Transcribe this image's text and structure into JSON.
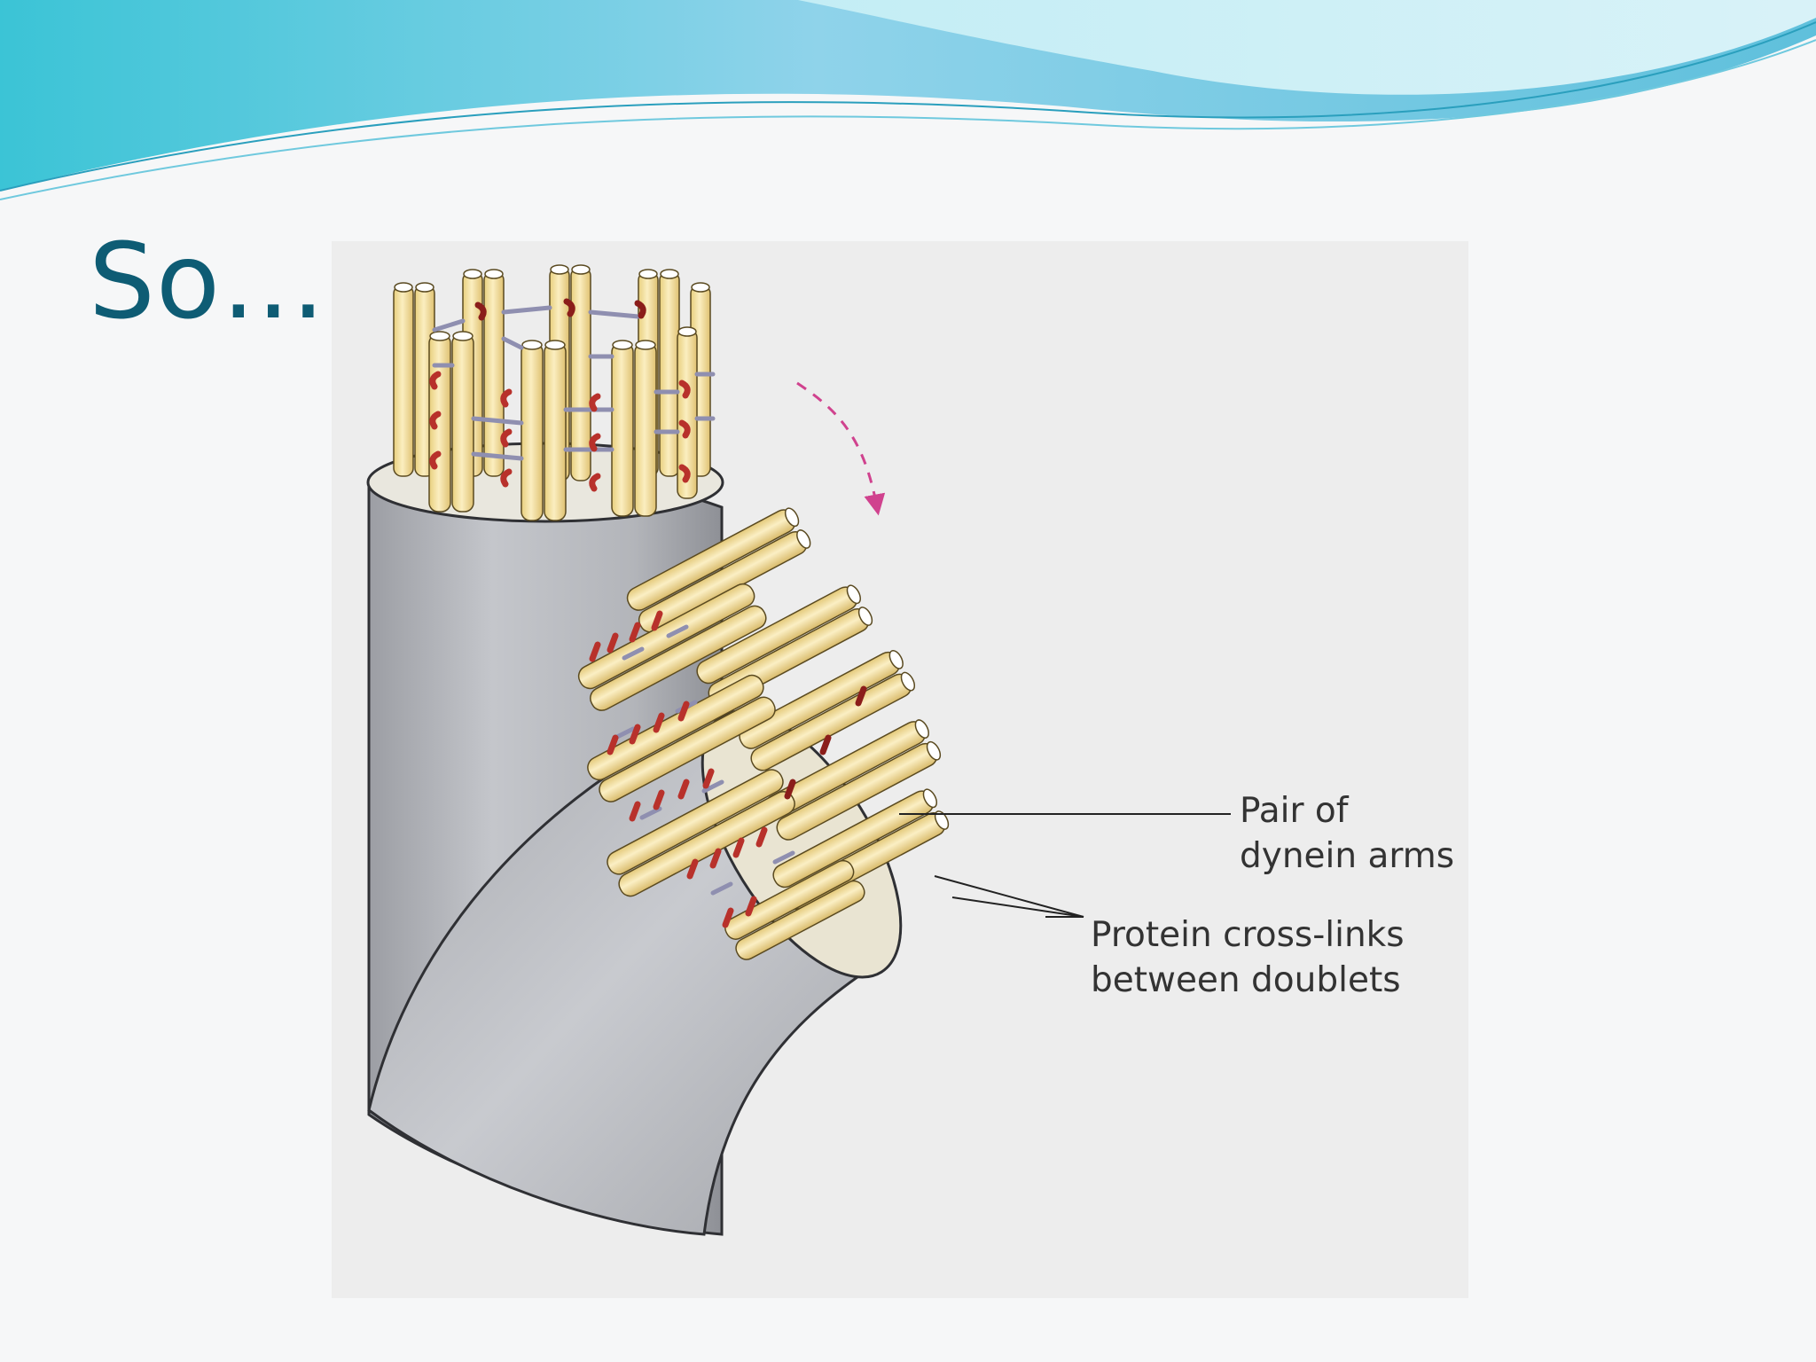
{
  "slide": {
    "title": "So….",
    "colors": {
      "title": "#0e5c74",
      "wave_light": "#c9f0f6",
      "wave_mid": "#7fd6e6",
      "wave_dark": "#3bb3cf",
      "sheath": "#b7b9bf",
      "doublet": "#f4e1a1",
      "dynein_arm": "#b8312b",
      "crosslink": "#8f8fb0",
      "arrow": "#d0428e"
    }
  },
  "figure": {
    "labels": {
      "dynein_arms": [
        "Pair of",
        "dynein arms"
      ],
      "cross_links": [
        "Protein cross-links",
        "between doublets"
      ]
    }
  }
}
